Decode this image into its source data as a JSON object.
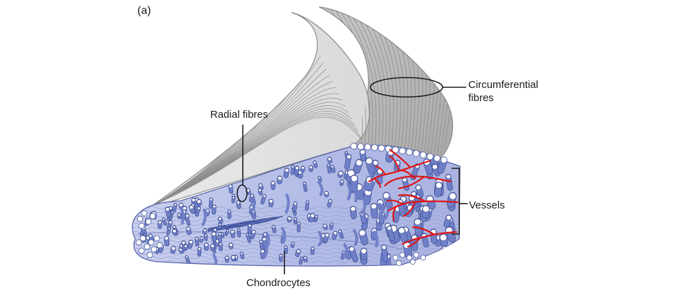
{
  "panel_label": "(a)",
  "labels": {
    "circumferential_line1": "Circumferential",
    "circumferential_line2": "fibres",
    "radial": "Radial fibres",
    "vessels": "Vessels",
    "chondrocytes": "Chondrocytes"
  },
  "colors": {
    "fibre_sheet": "#bdbdbd",
    "fibre_sheet_light": "#d6d6d6",
    "fibre_line": "#8c8c8c",
    "body_fill": "#b4bde6",
    "body_fill_light": "#cfd5f1",
    "cell_fill": "#6f80c8",
    "cell_stroke": "#3d4c92",
    "vessel": "#e01414",
    "leader": "#1a1a1a"
  }
}
